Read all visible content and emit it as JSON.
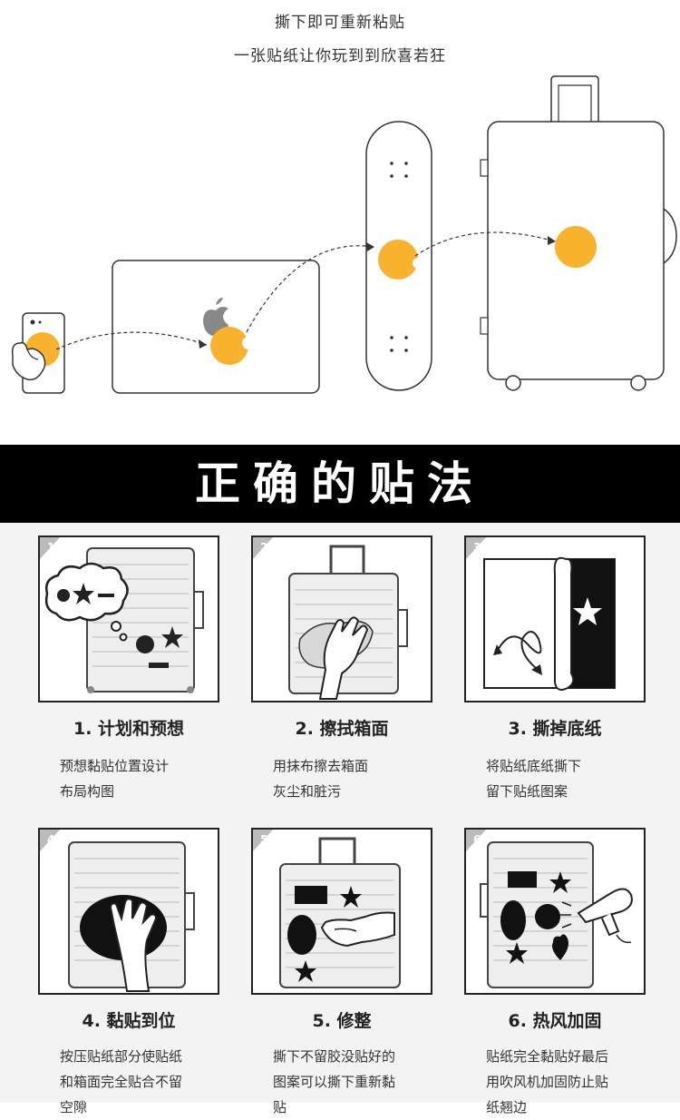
{
  "header": {
    "line1": "撕下即可重新粘贴",
    "line2": "一张贴纸让你玩到到欣喜若狂"
  },
  "illustration": {
    "sticker_color": "#f7b22e",
    "items": [
      "phone-icon",
      "laptop-icon",
      "skateboard-icon",
      "suitcase-icon"
    ]
  },
  "banner": {
    "title": "正确的贴法"
  },
  "steps": [
    {
      "num": "1",
      "title": "1. 计划和预想",
      "desc_lines": [
        "预想黏贴位置设计",
        "布局构图"
      ]
    },
    {
      "num": "2",
      "title": "2. 擦拭箱面",
      "desc_lines": [
        "用抹布擦去箱面",
        "灰尘和脏污"
      ]
    },
    {
      "num": "3",
      "title": "3. 撕掉底纸",
      "desc_lines": [
        "将贴纸底纸撕下",
        "留下贴纸图案"
      ]
    },
    {
      "num": "4",
      "title": "4. 黏贴到位",
      "desc_lines": [
        "按压贴纸部分使贴纸",
        "和箱面完全贴合不留",
        "空隙"
      ]
    },
    {
      "num": "5",
      "title": "5. 修整",
      "desc_lines": [
        "撕下不留胶没贴好的",
        "图案可以撕下重新黏",
        "贴"
      ]
    },
    {
      "num": "6",
      "title": "6. 热风加固",
      "desc_lines": [
        "贴纸完全黏贴好最后",
        "用吹风机加固防止贴",
        "纸翘边"
      ]
    }
  ]
}
